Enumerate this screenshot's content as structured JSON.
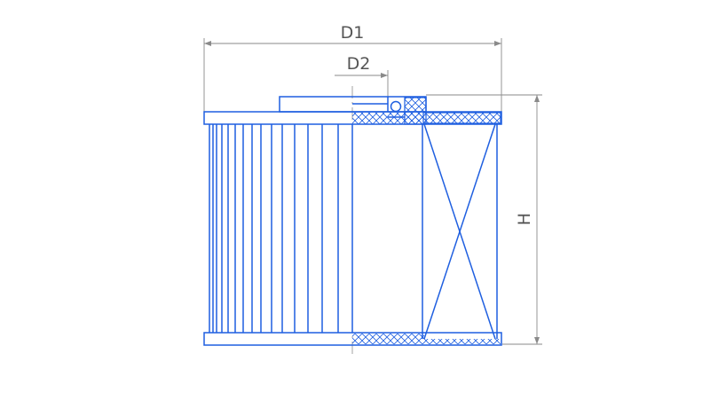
{
  "labels": {
    "outer_diameter": "D1",
    "inner_diameter": "D2",
    "height": "H"
  },
  "colors": {
    "outline": "#1f5fe0",
    "dimension": "#8a8a8a",
    "text": "#555555"
  }
}
